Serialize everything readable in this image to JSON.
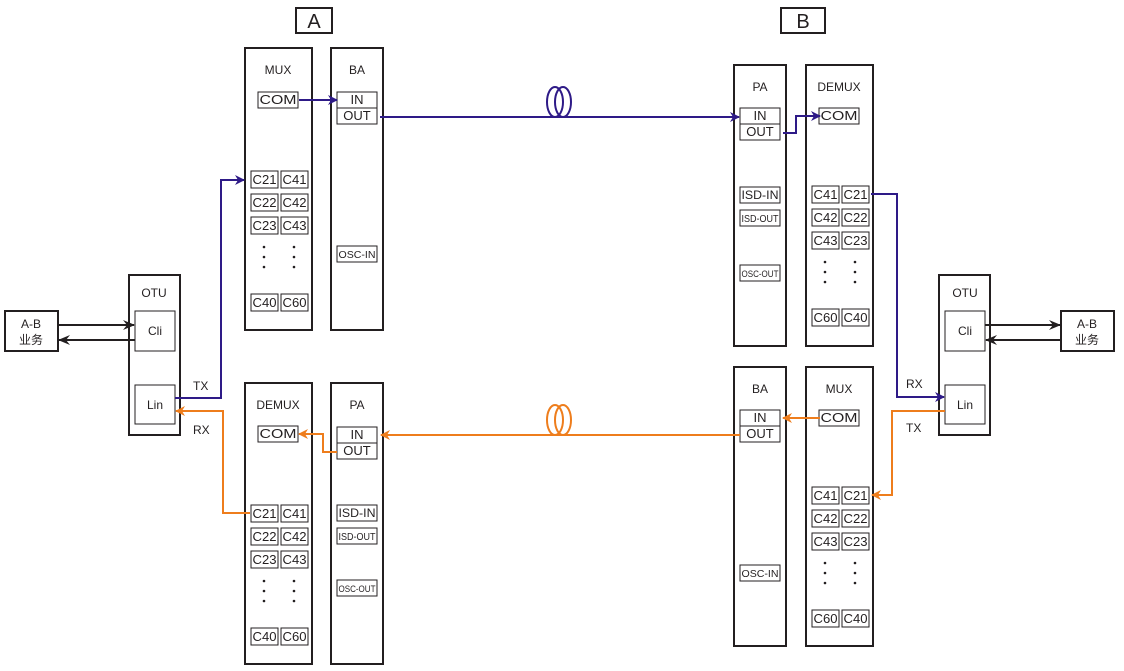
{
  "colors": {
    "tx_path": "#2e1a87",
    "rx_path": "#ee7d1c",
    "frame": "#231f20"
  },
  "site_labels": {
    "a": "A",
    "b": "B"
  },
  "service": {
    "left": [
      "A-B",
      "业务"
    ],
    "right": [
      "A-B",
      "业务"
    ]
  },
  "otu": {
    "title": "OTU",
    "cli": "Cli",
    "lin": "Lin"
  },
  "signals": {
    "tx": "TX",
    "rx": "RX"
  },
  "boards": {
    "a_mux": {
      "title": "MUX",
      "com": "COM",
      "channels": [
        [
          "C21",
          "C41"
        ],
        [
          "C22",
          "C42"
        ],
        [
          "C23",
          "C43"
        ]
      ],
      "last": [
        "C40",
        "C60"
      ]
    },
    "a_ba": {
      "title": "BA",
      "in": "IN",
      "out": "OUT",
      "osc": "OSC-IN"
    },
    "a_demux": {
      "title": "DEMUX",
      "com": "COM",
      "channels": [
        [
          "C21",
          "C41"
        ],
        [
          "C22",
          "C42"
        ],
        [
          "C23",
          "C43"
        ]
      ],
      "last": [
        "C40",
        "C60"
      ]
    },
    "a_pa": {
      "title": "PA",
      "in": "IN",
      "out": "OUT",
      "isd_in": "ISD-IN",
      "isd_out": "ISD-OUT",
      "osc": "OSC-OUT"
    },
    "b_pa": {
      "title": "PA",
      "in": "IN",
      "out": "OUT",
      "isd_in": "ISD-IN",
      "isd_out": "ISD-OUT",
      "osc": "OSC-OUT"
    },
    "b_demux": {
      "title": "DEMUX",
      "com": "COM",
      "channels": [
        [
          "C41",
          "C21"
        ],
        [
          "C42",
          "C22"
        ],
        [
          "C43",
          "C23"
        ]
      ],
      "last": [
        "C60",
        "C40"
      ]
    },
    "b_ba": {
      "title": "BA",
      "in": "IN",
      "out": "OUT",
      "osc": "OSC-IN"
    },
    "b_mux": {
      "title": "MUX",
      "com": "COM",
      "channels": [
        [
          "C41",
          "C21"
        ],
        [
          "C42",
          "C22"
        ],
        [
          "C43",
          "C23"
        ]
      ],
      "last": [
        "C60",
        "C40"
      ]
    }
  }
}
